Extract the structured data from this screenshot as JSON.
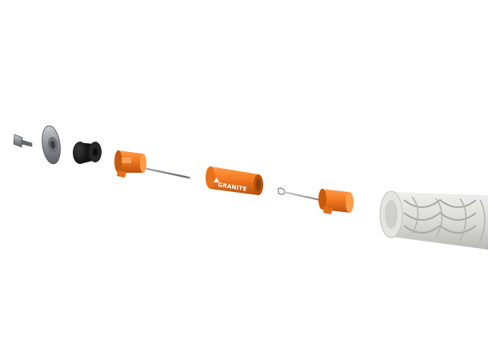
{
  "product": {
    "brand_text": "GRANITE"
  },
  "colors": {
    "background": "#ffffff",
    "anodized_orange": "#f47a20",
    "anodized_orange_dark": "#c85a10",
    "anodized_orange_light": "#ff9c4a",
    "steel": "#8c8f94",
    "rubber_black": "#1b1b1b",
    "grip_grey": "#d9d9d6"
  },
  "parts": [
    {
      "name": "bolt",
      "icon": "bolt-icon"
    },
    {
      "name": "washer",
      "icon": "washer-icon"
    },
    {
      "name": "rubber-spacer",
      "icon": "spacer-icon"
    },
    {
      "name": "plug-end-with-needle",
      "icon": "plug-needle-icon"
    },
    {
      "name": "storage-tube",
      "icon": "tube-icon"
    },
    {
      "name": "plug-end-with-reamer",
      "icon": "plug-reamer-icon"
    },
    {
      "name": "handlebar-grip",
      "icon": "grip-icon"
    }
  ]
}
